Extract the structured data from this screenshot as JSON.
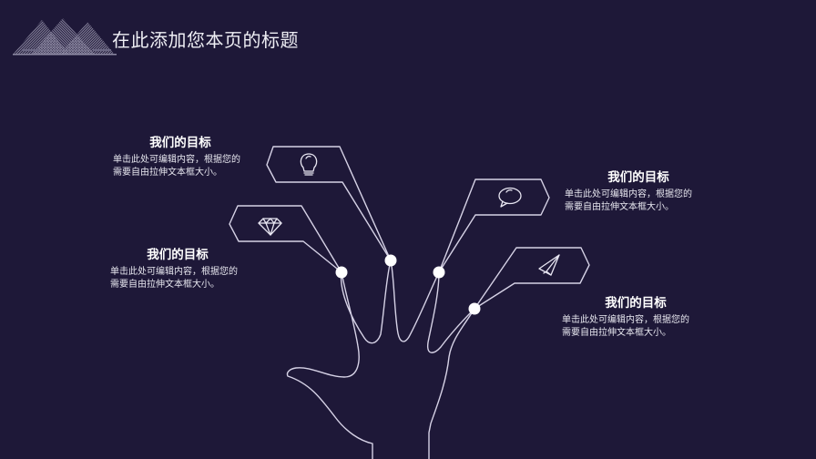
{
  "page": {
    "title": "在此添加您本页的标题",
    "background_color": "#1e1838",
    "line_color": "#d6d2e6"
  },
  "logo": {
    "icon": "pyramid-logo-icon"
  },
  "goals": [
    {
      "heading": "我们的目标",
      "body": "单击此处可编辑内容，根据您的\n需要自由拉伸文本框大小。",
      "icon": "lightbulb-icon"
    },
    {
      "heading": "我们的目标",
      "body": "单击此处可编辑内容，根据您的\n需要自由拉伸文本框大小。",
      "icon": "diamond-icon"
    },
    {
      "heading": "我们的目标",
      "body": "单击此处可编辑内容，根据您的\n需要自由拉伸文本框大小。",
      "icon": "speech-bubble-icon"
    },
    {
      "heading": "我们的目标",
      "body": "单击此处可编辑内容，根据您的\n需要自由拉伸文本框大小。",
      "icon": "paper-plane-icon"
    }
  ]
}
